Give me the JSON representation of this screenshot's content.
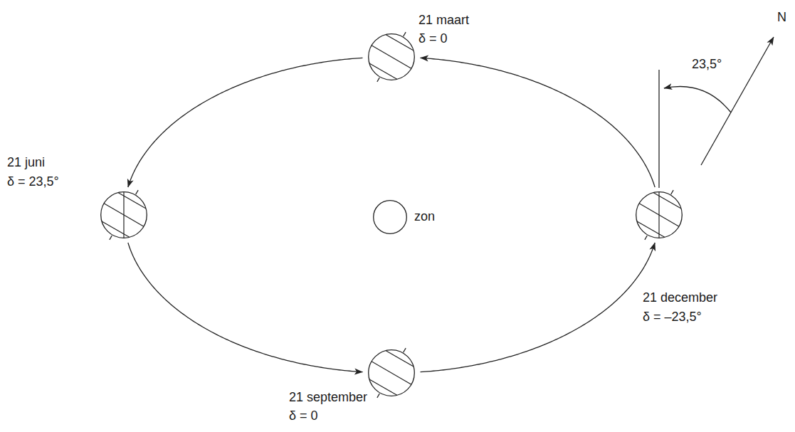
{
  "diagram": {
    "nodes": [
      {
        "text": [
          "21 maart",
          "δ = 0"
        ]
      },
      {
        "text": [
          "21 juni",
          "δ = 23,5°"
        ]
      },
      {
        "text": [
          "zon"
        ]
      },
      {
        "text": [
          "21 december",
          "δ = –23,5°"
        ]
      },
      {
        "text": [
          "21 september",
          "δ = 0"
        ]
      }
    ],
    "edges": [
      {
        "from": 0,
        "to": 1,
        "arrow": "to"
      },
      {
        "from": 1,
        "to": 4,
        "arrow": "to"
      },
      {
        "from": 4,
        "to": 3,
        "arrow": "to"
      },
      {
        "from": 3,
        "to": 0,
        "arrow": "to"
      }
    ],
    "labels": [
      "N",
      "23,5°"
    ]
  }
}
